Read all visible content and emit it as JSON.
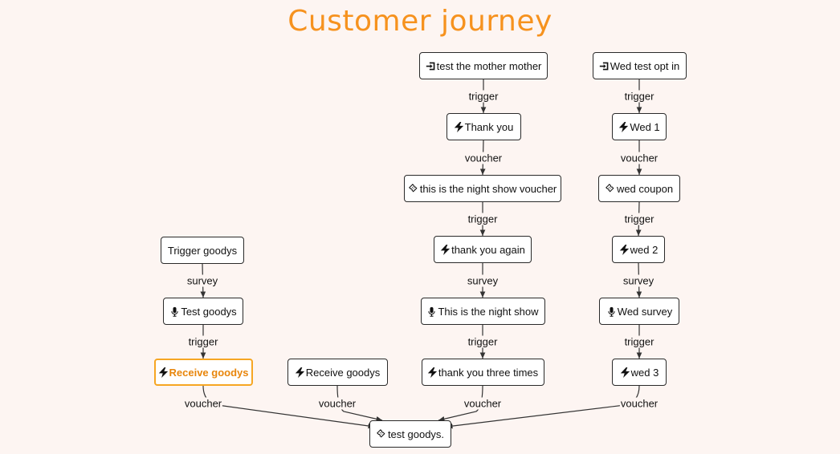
{
  "title": "Customer journey",
  "nodes": [
    {
      "id": "n_mother",
      "label": "test the mother mother",
      "icon": "login-icon",
      "selected": false
    },
    {
      "id": "n_wedopt",
      "label": "Wed test opt in",
      "icon": "login-icon",
      "selected": false
    },
    {
      "id": "n_thankyou",
      "label": "Thank you",
      "icon": "bolt-icon",
      "selected": false
    },
    {
      "id": "n_wed1",
      "label": "Wed 1",
      "icon": "bolt-icon",
      "selected": false
    },
    {
      "id": "n_nightvoucher",
      "label": "this is the night show voucher",
      "icon": "ticket-icon",
      "selected": false
    },
    {
      "id": "n_wedcoupon",
      "label": "wed coupon",
      "icon": "ticket-icon",
      "selected": false
    },
    {
      "id": "n_triggergoodys",
      "label": "Trigger goodys",
      "icon": "",
      "selected": false
    },
    {
      "id": "n_thankagain",
      "label": "thank you again",
      "icon": "bolt-icon",
      "selected": false
    },
    {
      "id": "n_wed2",
      "label": "wed 2",
      "icon": "bolt-icon",
      "selected": false
    },
    {
      "id": "n_testgoodys",
      "label": "Test goodys",
      "icon": "mic-icon",
      "selected": false
    },
    {
      "id": "n_nightshow",
      "label": "This is the night show",
      "icon": "mic-icon",
      "selected": false
    },
    {
      "id": "n_wedsurvey",
      "label": "Wed survey",
      "icon": "mic-icon",
      "selected": false
    },
    {
      "id": "n_receive1",
      "label": "Receive goodys",
      "icon": "bolt-icon",
      "selected": true
    },
    {
      "id": "n_receive2",
      "label": "Receive goodys",
      "icon": "bolt-icon",
      "selected": false
    },
    {
      "id": "n_thankthree",
      "label": "thank you three times",
      "icon": "bolt-icon",
      "selected": false
    },
    {
      "id": "n_wed3",
      "label": "wed 3",
      "icon": "bolt-icon",
      "selected": false
    },
    {
      "id": "n_testgoodysdot",
      "label": "test goodys.",
      "icon": "ticket-icon",
      "selected": false
    }
  ],
  "edges": [
    {
      "from": "n_mother",
      "to": "n_thankyou",
      "label": "trigger"
    },
    {
      "from": "n_thankyou",
      "to": "n_nightvoucher",
      "label": "voucher"
    },
    {
      "from": "n_nightvoucher",
      "to": "n_thankagain",
      "label": "trigger"
    },
    {
      "from": "n_thankagain",
      "to": "n_nightshow",
      "label": "survey"
    },
    {
      "from": "n_nightshow",
      "to": "n_thankthree",
      "label": "trigger"
    },
    {
      "from": "n_thankthree",
      "to": "n_testgoodysdot",
      "label": "voucher"
    },
    {
      "from": "n_wedopt",
      "to": "n_wed1",
      "label": "trigger"
    },
    {
      "from": "n_wed1",
      "to": "n_wedcoupon",
      "label": "voucher"
    },
    {
      "from": "n_wedcoupon",
      "to": "n_wed2",
      "label": "trigger"
    },
    {
      "from": "n_wed2",
      "to": "n_wedsurvey",
      "label": "survey"
    },
    {
      "from": "n_wedsurvey",
      "to": "n_wed3",
      "label": "trigger"
    },
    {
      "from": "n_wed3",
      "to": "n_testgoodysdot",
      "label": "voucher"
    },
    {
      "from": "n_triggergoodys",
      "to": "n_testgoodys",
      "label": "survey"
    },
    {
      "from": "n_testgoodys",
      "to": "n_receive1",
      "label": "trigger"
    },
    {
      "from": "n_receive1",
      "to": "n_testgoodysdot",
      "label": "voucher"
    },
    {
      "from": "n_receive2",
      "to": "n_testgoodysdot",
      "label": "voucher"
    }
  ]
}
